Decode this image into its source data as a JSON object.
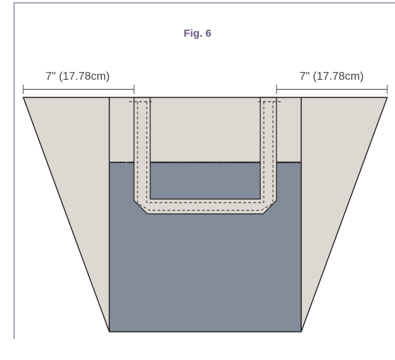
{
  "figure": {
    "title": "Fig. 6"
  },
  "dimensions": {
    "left_label": "7\" (17.78cm)",
    "right_label": "7\" (17.78cm)"
  },
  "colors": {
    "frame": "#7a6a88",
    "fabric_light": "#ddd8d2",
    "fabric_dark": "#838d99",
    "outline": "#1a1a1a",
    "title": "#6b5580",
    "text": "#444444"
  }
}
